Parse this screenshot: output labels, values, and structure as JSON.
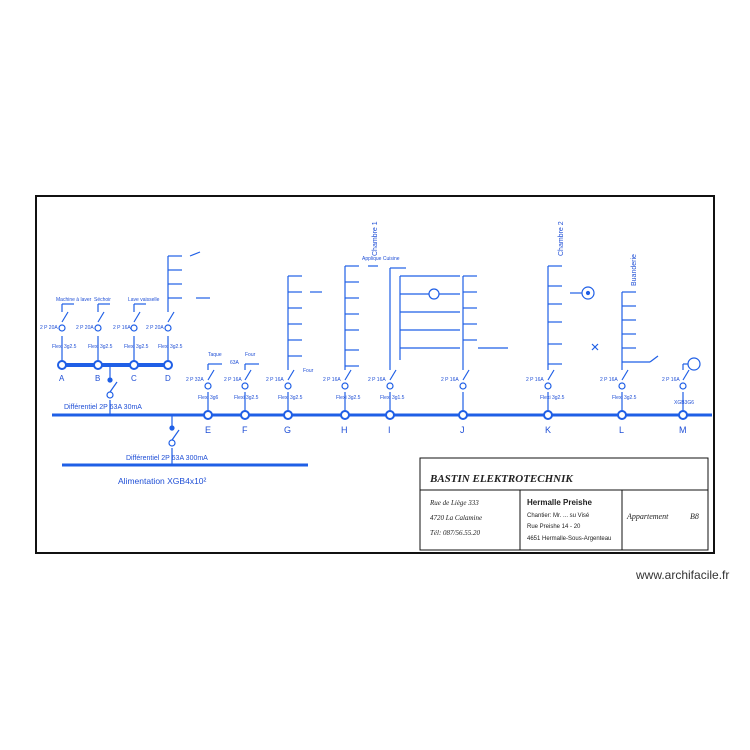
{
  "colors": {
    "line": "#1f5fe6",
    "text": "#1f4fd6",
    "frame": "#111111",
    "title": "#222222"
  },
  "circuits": [
    {
      "label": "A",
      "breaker": "2 P 20A",
      "cable": "Flexi 3g2.5",
      "loads": [
        "Machine à laver"
      ]
    },
    {
      "label": "B",
      "breaker": "2 P 20A",
      "cable": "Flexi 3g2.5",
      "loads": [
        "Séchoir"
      ]
    },
    {
      "label": "C",
      "breaker": "2 P 16A",
      "cable": "Flexi 3g2.5",
      "loads": [
        "Lave vaisselle"
      ]
    },
    {
      "label": "D",
      "breaker": "2 P 20A",
      "cable": "Flexi 3g2.5",
      "loads": []
    },
    {
      "label": "E",
      "breaker": "2 P 32A",
      "cable": "Flexi 3g6",
      "loads": [
        "Taque",
        "63A"
      ]
    },
    {
      "label": "F",
      "breaker": "2 P 16A",
      "cable": "Flexi 3g2.5",
      "loads": [
        "Four"
      ]
    },
    {
      "label": "G",
      "breaker": "2 P 16A",
      "cable": "Flexi 3g2.5",
      "loads": [
        "Four"
      ]
    },
    {
      "label": "H",
      "breaker": "2 P 16A",
      "cable": "Flexi 3g2.5",
      "loads": [
        "Chambre 1",
        "Applique Cuisine"
      ]
    },
    {
      "label": "I",
      "breaker": "2 P 16A",
      "cable": "Flexi 3g1.5",
      "loads": []
    },
    {
      "label": "J",
      "breaker": "2 P 16A",
      "cable": "",
      "loads": []
    },
    {
      "label": "K",
      "breaker": "2 P 16A",
      "cable": "Flexi 3g2.5",
      "loads": [
        "Chambre 2"
      ]
    },
    {
      "label": "L",
      "breaker": "2 P 16A",
      "cable": "Flexi 3g2.5",
      "loads": [
        "Buanderie"
      ]
    },
    {
      "label": "M",
      "breaker": "2 P 16A",
      "cable": "XGB3G6",
      "loads": []
    }
  ],
  "feeds": {
    "differential_1": "Différentiel 2P 63A 30mA",
    "differential_2": "Différentiel 2P 63A 300mA",
    "supply": "Alimentation XGB4x10²"
  },
  "title_block": {
    "company": "BASTIN ELEKTROTECHNIK",
    "address": [
      "Rue de Liège 333",
      "4720 La Calamine",
      "Tél: 087/56.55.20"
    ],
    "client": "Hermalle Preishe",
    "site": [
      "Chantier: Mr. ... su Visé",
      "Rue Preishe 14 - 20",
      "4651 Hermalle-Sous-Argenteau"
    ],
    "drawing": "Appartement",
    "ref": "B8"
  },
  "watermark": "www.archifacile.fr"
}
